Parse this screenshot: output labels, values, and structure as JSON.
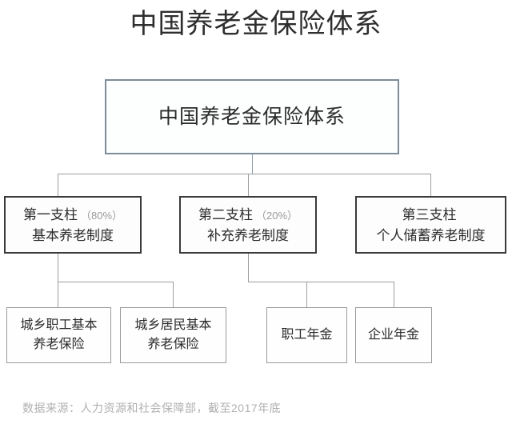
{
  "title": "中国养老金保险体系",
  "root": {
    "label": "中国养老金保险体系"
  },
  "pillars": [
    {
      "name": "第一支柱",
      "percent": "（80%）",
      "subtitle": "基本养老制度"
    },
    {
      "name": "第二支柱",
      "percent": "（20%）",
      "subtitle": "补充养老制度"
    },
    {
      "name": "第三支柱",
      "percent": "",
      "subtitle": "个人储蓄养老制度"
    }
  ],
  "leaves": [
    {
      "line1": "城乡职工基本",
      "line2": "养老保险"
    },
    {
      "line1": "城乡居民基本",
      "line2": "养老保险"
    },
    {
      "line1": "职工年金",
      "line2": ""
    },
    {
      "line1": "企业年金",
      "line2": ""
    }
  ],
  "footnote": "数据来源：人力资源和社会保障部，截至2017年底",
  "colors": {
    "root_border": "#7c8d99",
    "pillar_border": "#3a3a3a",
    "leaf_border": "#9a9a9a",
    "connector": "#9d9d9d",
    "title_text": "#2e2e2e",
    "percent_text": "#9a9a9a",
    "footnote_text": "#b0b0b0",
    "background": "#ffffff"
  }
}
